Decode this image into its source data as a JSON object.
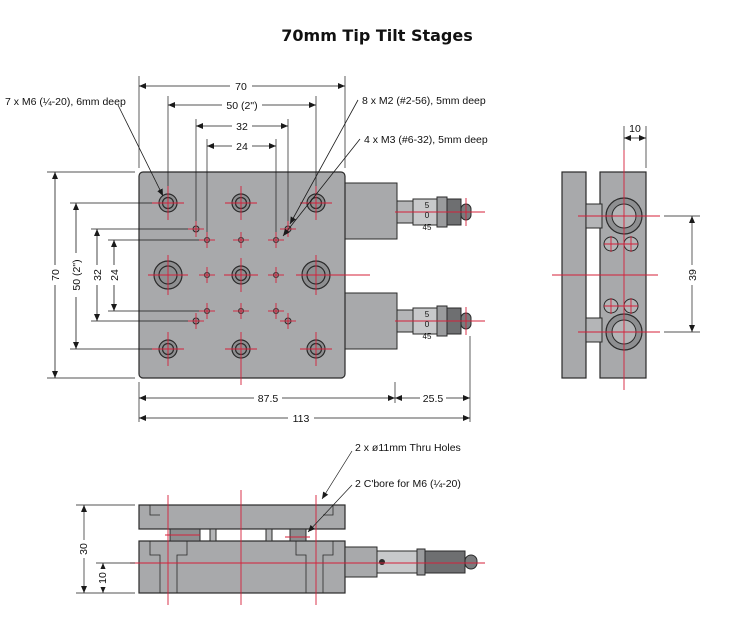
{
  "title": "70mm Tip Tilt Stages",
  "colors": {
    "body": "#a8a9ab",
    "body_dark": "#8e8f91",
    "outline": "#2a2a2a",
    "center": "#d4203a",
    "dim": "#1a1a1a"
  },
  "callouts": {
    "m6_holes": "7 x M6 (¼-20), 6mm deep",
    "m2_holes": "8 x M2 (#2-56), 5mm deep",
    "m3_holes": "4 x M3 (#6-32), 5mm deep",
    "thru_holes": "2 x  ø11mm Thru Holes",
    "cbore": "2 C'bore for M6 (¼-20)"
  },
  "dimensions": {
    "top_70": "70",
    "top_50": "50 (2\")",
    "top_32": "32",
    "top_24": "24",
    "left_70": "70",
    "left_50": "50 (2\")",
    "left_32": "32",
    "left_24": "24",
    "bottom_87_5": "87.5",
    "bottom_25_5": "25.5",
    "bottom_113": "113",
    "side_10": "10",
    "side_39": "39",
    "front_30": "30",
    "front_10": "10"
  },
  "micrometer_scale": {
    "upper": "5",
    "mid": "0",
    "lower": "45"
  }
}
